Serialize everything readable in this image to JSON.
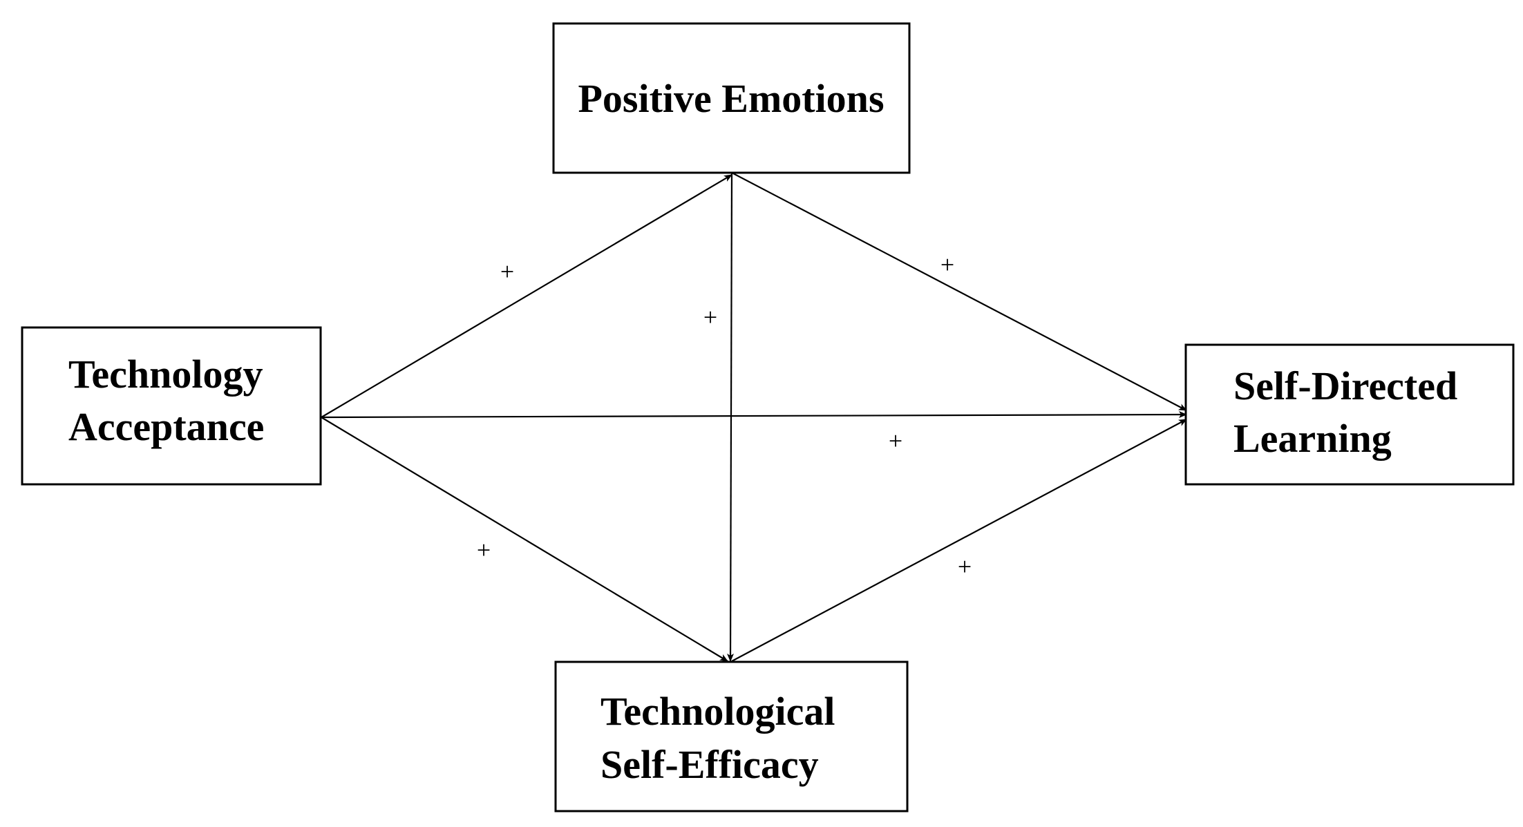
{
  "nodes": {
    "positive_emotions": {
      "lines": [
        "Positive Emotions"
      ]
    },
    "technology_acceptance": {
      "lines": [
        "Technology",
        "Acceptance"
      ]
    },
    "self_directed_learning": {
      "lines": [
        "Self-Directed",
        "Learning"
      ]
    },
    "technological_self_efficacy": {
      "lines": [
        "Technological",
        "Self-Efficacy"
      ]
    }
  },
  "edges": [
    {
      "id": "ta-pe",
      "from": "technology_acceptance",
      "to": "positive_emotions",
      "sign": "+"
    },
    {
      "id": "ta-sdl",
      "from": "technology_acceptance",
      "to": "self_directed_learning",
      "sign": "+"
    },
    {
      "id": "ta-tse",
      "from": "technology_acceptance",
      "to": "technological_self_efficacy",
      "sign": "+"
    },
    {
      "id": "pe-sdl",
      "from": "positive_emotions",
      "to": "self_directed_learning",
      "sign": "+"
    },
    {
      "id": "pe-tse",
      "from": "positive_emotions",
      "to": "technological_self_efficacy",
      "sign": "+"
    },
    {
      "id": "tse-sdl",
      "from": "technological_self_efficacy",
      "to": "self_directed_learning",
      "sign": "+"
    }
  ]
}
